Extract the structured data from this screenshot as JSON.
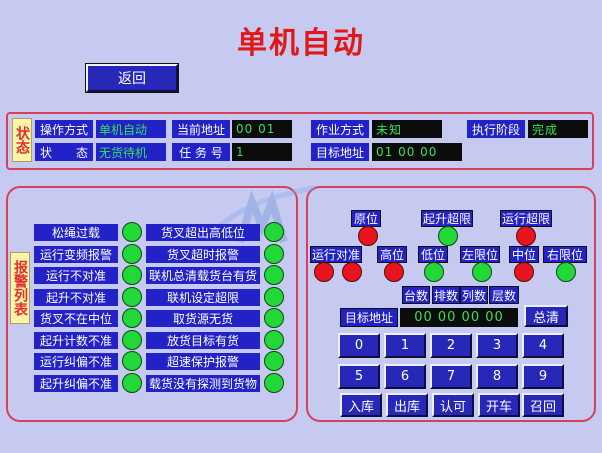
{
  "title": "单机自动",
  "back_button": "返回",
  "status": {
    "section_label": "状态",
    "fields": [
      {
        "label": "操作方式",
        "value": "单机自动"
      },
      {
        "label": "状　　态",
        "value": "无货待机"
      },
      {
        "label": "当前地址",
        "value": "00  01"
      },
      {
        "label": "任 务 号",
        "value": "1"
      },
      {
        "label": "作业方式",
        "value": "未知"
      },
      {
        "label": "目标地址",
        "value": "01  00  00"
      },
      {
        "label": "执行阶段",
        "value": "完成"
      }
    ]
  },
  "alarms": {
    "section_label": "报警列表",
    "left": [
      {
        "label": "松绳过载",
        "state": "green"
      },
      {
        "label": "运行变频报警",
        "state": "green"
      },
      {
        "label": "运行不对准",
        "state": "green"
      },
      {
        "label": "起升不对准",
        "state": "green"
      },
      {
        "label": "货叉不在中位",
        "state": "green"
      },
      {
        "label": "起升计数不准",
        "state": "green"
      },
      {
        "label": "运行纠偏不准",
        "state": "green"
      },
      {
        "label": "起升纠偏不准",
        "state": "green"
      }
    ],
    "right": [
      {
        "label": "货叉超出高低位",
        "state": "green"
      },
      {
        "label": "货叉超时报警",
        "state": "green"
      },
      {
        "label": "联机总清载货台有货",
        "state": "green"
      },
      {
        "label": "联机设定超限",
        "state": "green"
      },
      {
        "label": "取货源无货",
        "state": "green"
      },
      {
        "label": "放货目标有货",
        "state": "green"
      },
      {
        "label": "超速保护报警",
        "state": "green"
      },
      {
        "label": "载货没有探测到货物",
        "state": "green"
      }
    ]
  },
  "control": {
    "indicators": [
      {
        "label": "原位",
        "state": "red"
      },
      {
        "label": "起升超限",
        "state": "green"
      },
      {
        "label": "运行超限",
        "state": "red"
      },
      {
        "label": "运行对准",
        "state": "red",
        "state2": "red"
      },
      {
        "label": "高位",
        "state": "red"
      },
      {
        "label": "低位",
        "state": "green"
      },
      {
        "label": "左限位",
        "state": "green"
      },
      {
        "label": "中位",
        "state": "red"
      },
      {
        "label": "右限位",
        "state": "green"
      }
    ],
    "group_labels": [
      "台数",
      "排数",
      "列数",
      "层数"
    ],
    "target_label": "目标地址",
    "target_value": "00  00  00  00",
    "clear_button": "总清",
    "digits": [
      "0",
      "1",
      "2",
      "3",
      "4",
      "5",
      "6",
      "7",
      "8",
      "9"
    ],
    "actions": [
      "入库",
      "出库",
      "认可",
      "开车",
      "召回"
    ]
  },
  "colors": {
    "background": "#c6c9f0",
    "title": "#e21818",
    "label_bg": "#2222c6",
    "value_text": "#35e05a",
    "led_green": "#22d838",
    "led_red": "#e8141e"
  }
}
